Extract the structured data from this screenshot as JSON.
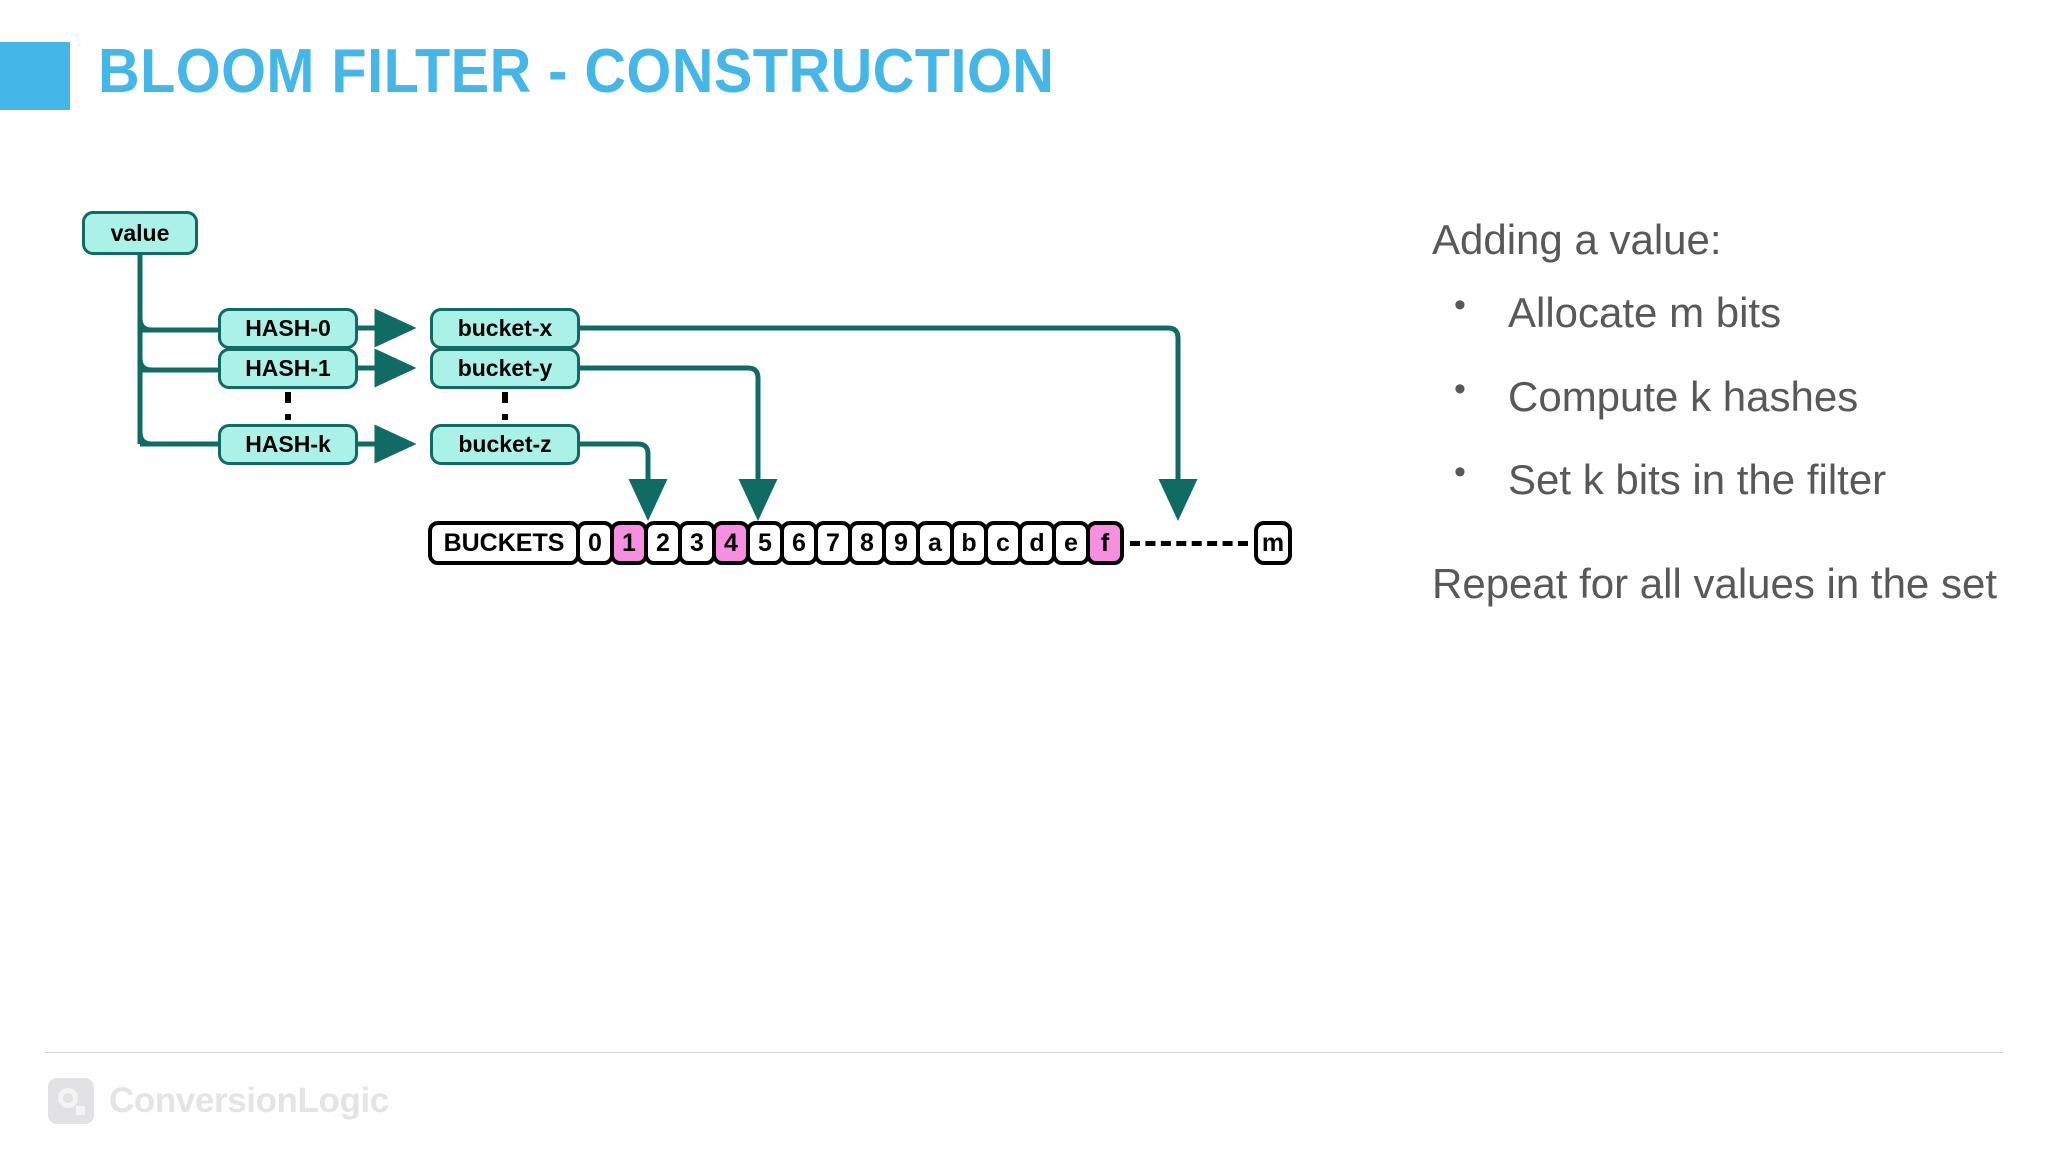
{
  "slide": {
    "title": "BLOOM FILTER - CONSTRUCTION",
    "accent_color": "#45b6e8"
  },
  "diagram": {
    "source_node": {
      "label": "value"
    },
    "hash_nodes": [
      {
        "label": "HASH-0"
      },
      {
        "label": "HASH-1"
      },
      {
        "label": "HASH-k"
      }
    ],
    "bucket_nodes": [
      {
        "label": "bucket-x"
      },
      {
        "label": "bucket-y"
      },
      {
        "label": "bucket-z"
      }
    ],
    "node_fill": "#aaf2e8",
    "node_border": "#0f6b64",
    "ellipsis_between_hashes": "vertical-dashed",
    "ellipsis_between_buckets": "vertical-dashed",
    "array": {
      "label": "BUCKETS",
      "cells": [
        {
          "label": "0",
          "set": false
        },
        {
          "label": "1",
          "set": true
        },
        {
          "label": "2",
          "set": false
        },
        {
          "label": "3",
          "set": false
        },
        {
          "label": "4",
          "set": true
        },
        {
          "label": "5",
          "set": false
        },
        {
          "label": "6",
          "set": false
        },
        {
          "label": "7",
          "set": false
        },
        {
          "label": "8",
          "set": false
        },
        {
          "label": "9",
          "set": false
        },
        {
          "label": "a",
          "set": false
        },
        {
          "label": "b",
          "set": false
        },
        {
          "label": "c",
          "set": false
        },
        {
          "label": "d",
          "set": false
        },
        {
          "label": "e",
          "set": false
        },
        {
          "label": "f",
          "set": true
        }
      ],
      "tail_cell": {
        "label": "m"
      },
      "set_color": "#f78fe0",
      "unset_color": "#ffffff",
      "border_color": "#000000"
    },
    "connections": [
      {
        "from": "bucket-z",
        "to_cell": "1"
      },
      {
        "from": "bucket-y",
        "to_cell": "4"
      },
      {
        "from": "bucket-x",
        "to_cell": "f"
      }
    ],
    "edge_color": "#0f6b64"
  },
  "notes": {
    "heading": "Adding a value:",
    "bullets": [
      "Allocate m bits",
      "Compute k hashes",
      "Set k bits in the filter"
    ],
    "footer": "Repeat for all values in the set"
  },
  "footer": {
    "logo_text": "ConversionLogic"
  }
}
